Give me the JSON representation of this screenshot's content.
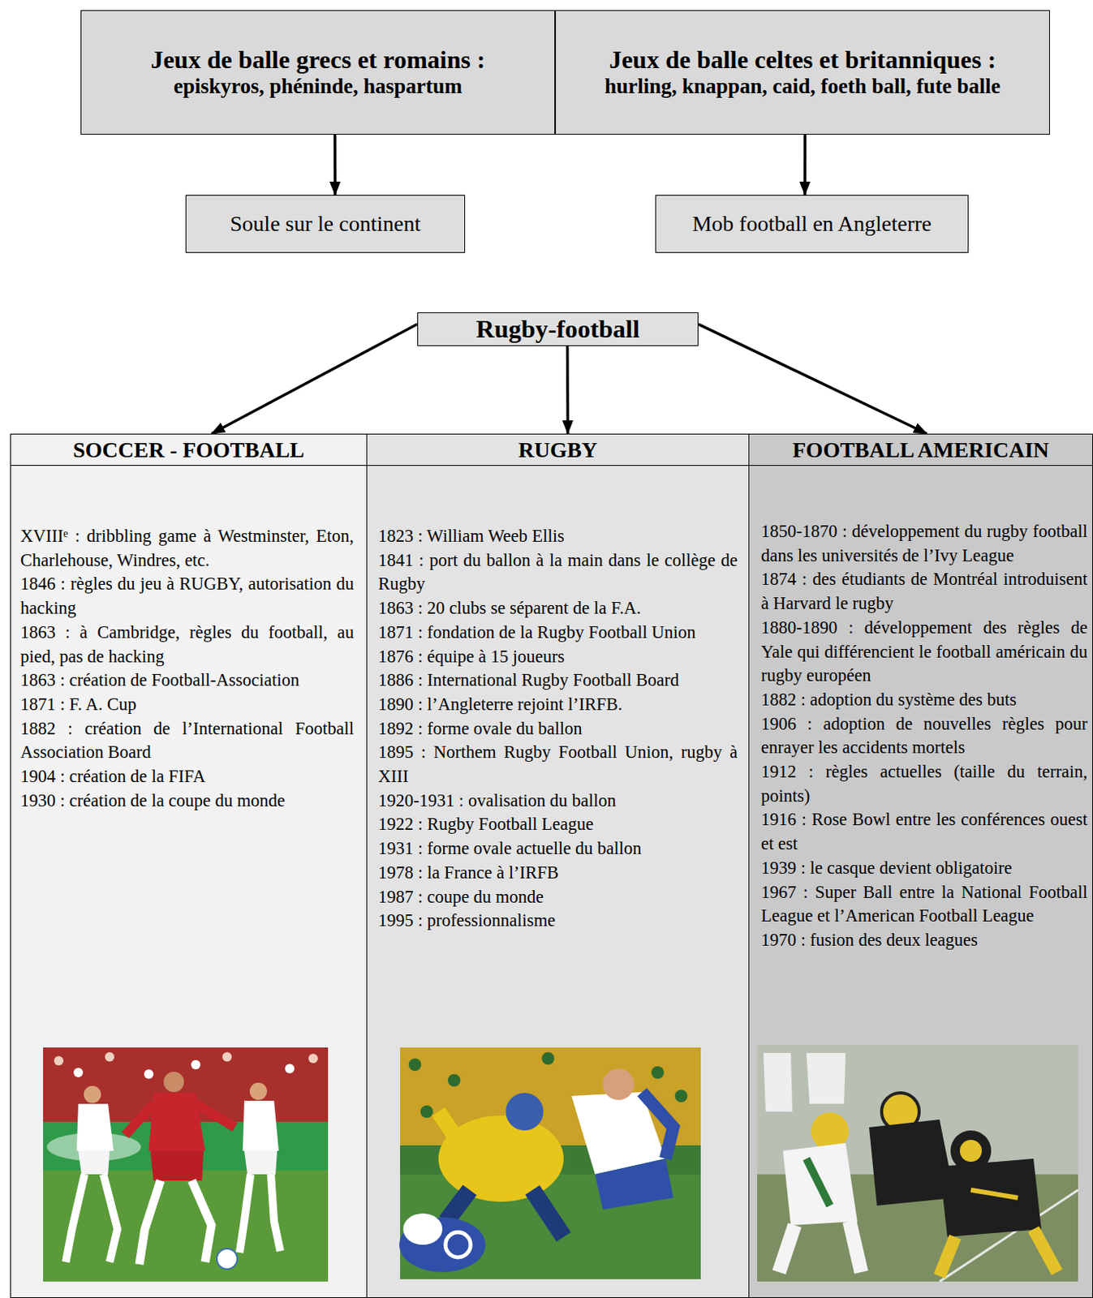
{
  "diagram": {
    "nodes": [
      {
        "text": [
          "Jeux de balle grecs et romains :",
          "episkyros, phéninde, haspartum"
        ]
      },
      {
        "text": [
          "Jeux de balle celtes et britanniques :",
          "hurling, knappan, caid, foeth ball, fute balle"
        ]
      },
      {
        "text": [
          "Soule sur le continent"
        ]
      },
      {
        "text": [
          "Mob football en Angleterre"
        ]
      },
      {
        "text": [
          "Rugby-football"
        ]
      },
      {
        "text": [
          "SOCCER - FOOTBALL",
          "XVIIIᵉ : dribbling game à Westminster, Eton, Charlehouse, Windres, etc.",
          "1846 : règles du jeu à RUGBY, autorisation du hacking",
          "1863 : à Cambridge, règles du football, au pied, pas de hacking",
          "1863 : création de Football-Association",
          "1871 : F. A. Cup",
          "1882 : création de l’International Football Association Board",
          "1904 : création de la FIFA",
          "1930 : création de la coupe du monde"
        ]
      },
      {
        "text": [
          "RUGBY",
          "1823 : William Weeb Ellis",
          "1841 : port du ballon à la main dans le collège de Rugby",
          "1863 : 20 clubs se séparent de la F.A.",
          "1871 : fondation de la Rugby Football Union",
          "1876 : équipe à 15 joueurs",
          "1886 : International Rugby Football Board",
          "1890 : l’Angleterre rejoint l’IRFB.",
          "1892 : forme ovale du ballon",
          "1895 : Northem Rugby Football Union, rugby à XIII",
          "1920-1931 : ovalisation du ballon",
          "1922 : Rugby Football League",
          "1931 : forme ovale actuelle du ballon",
          "1978 : la France à l’IRFB",
          "1987 : coupe du monde",
          "1995 : professionnalisme"
        ]
      },
      {
        "text": [
          "FOOTBALL AMERICAIN",
          "1850-1870 : développement du rugby football dans les universités de l’Ivy League",
          "1874 : des étudiants de Montréal introduisent à Harvard le rugby",
          "1880-1890 : développement des règles de Yale qui différencient le football américain du rugby européen",
          "1882 : adoption du système des buts",
          "1906 : adoption de nouvelles règles pour enrayer les accidents mortels",
          "1912 : règles actuelles (taille du terrain, points)",
          "1916 : Rose Bowl entre les conférences ouest et est",
          "1939 : le casque devient obligatoire",
          "1967 : Super Ball entre la National Football League et l’American Football League",
          "1970 : fusion des deux leagues"
        ]
      }
    ],
    "edges": [
      {
        "from": 0,
        "to": 2,
        "arrow": "to"
      },
      {
        "from": 1,
        "to": 3,
        "arrow": "to"
      },
      {
        "from": 4,
        "to": 5,
        "arrow": "to"
      },
      {
        "from": 4,
        "to": 6,
        "arrow": "to"
      },
      {
        "from": 4,
        "to": 7,
        "arrow": "to"
      }
    ]
  }
}
